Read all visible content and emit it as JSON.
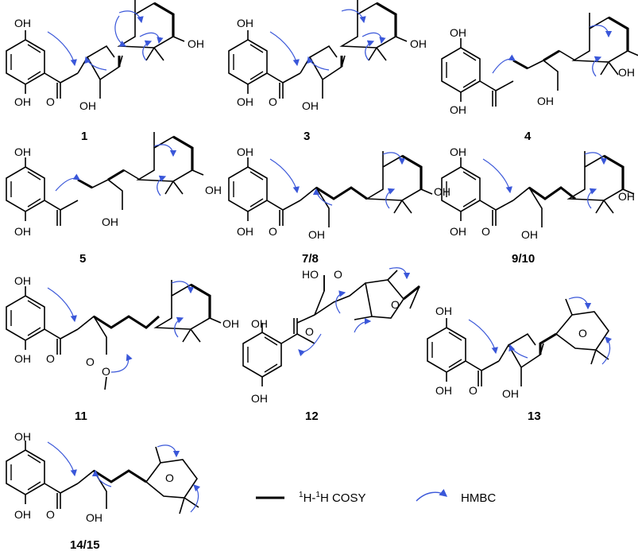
{
  "compounds": [
    {
      "id": "c1",
      "label": "1"
    },
    {
      "id": "c3",
      "label": "3"
    },
    {
      "id": "c4",
      "label": "4"
    },
    {
      "id": "c5",
      "label": "5"
    },
    {
      "id": "c78",
      "label": "7/8"
    },
    {
      "id": "c910",
      "label": "9/10"
    },
    {
      "id": "c11",
      "label": "11"
    },
    {
      "id": "c12",
      "label": "12"
    },
    {
      "id": "c13",
      "label": "13"
    },
    {
      "id": "c1415",
      "label": "14/15"
    }
  ],
  "atoms": {
    "hydroxyl": "OH",
    "carbonyl_o": "O",
    "acid": "OH",
    "ester_o": "O",
    "ring_o": "O",
    "acid_ho": "HO"
  },
  "legend": {
    "cosy_h1": "H-",
    "cosy_h2": "H COSY",
    "cosy_sup": "1",
    "hmbc": "HMBC"
  },
  "colors": {
    "bond": "#000000",
    "hmbc_arrow": "#3a57d9"
  }
}
